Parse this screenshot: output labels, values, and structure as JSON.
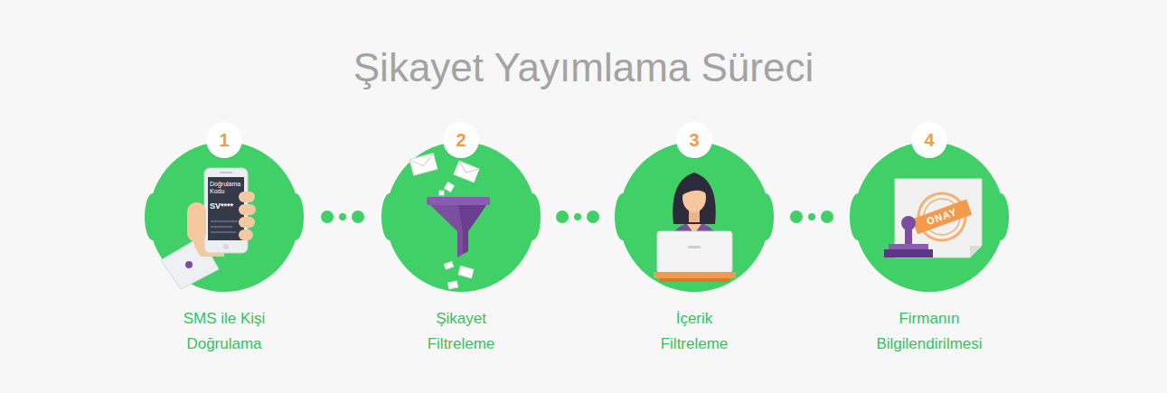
{
  "diagram": {
    "title": "Şikayet Yayımlama Süreci",
    "nodes": [
      {
        "text": [
          "1",
          "SMS ile Kişi Doğrulama"
        ]
      },
      {
        "text": [
          "2",
          "Şikayet Filtreleme"
        ]
      },
      {
        "text": [
          "3",
          "İçerik Filtreleme"
        ]
      },
      {
        "text": [
          "4",
          "Firmanın Bilgilendirilmesi"
        ]
      }
    ],
    "edges": [
      {
        "from": 0,
        "to": 1,
        "arrow": "none"
      },
      {
        "from": 1,
        "to": 2,
        "arrow": "none"
      },
      {
        "from": 2,
        "to": 3,
        "arrow": "none"
      }
    ],
    "labels": [
      "Doğrulama Kodu",
      "SV****",
      "ONAY"
    ]
  }
}
